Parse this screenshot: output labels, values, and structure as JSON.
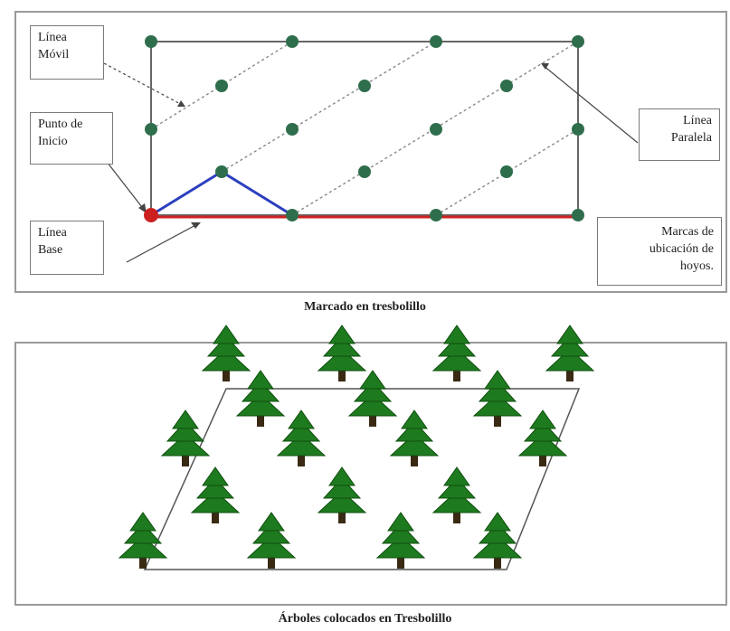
{
  "diagram_top": {
    "labels": {
      "moving_line": [
        "Línea",
        "Móvil"
      ],
      "start_point": [
        "Punto de",
        "Inicio"
      ],
      "base_line": [
        "Línea",
        "Base"
      ],
      "parallel_line": [
        "Línea",
        "Paralela"
      ],
      "legend": [
        "Marcas de",
        "ubicación de",
        "hoyos."
      ]
    },
    "caption": "Marcado en tresbolillo",
    "colors": {
      "marker": "#2f6e4c",
      "start_marker": "#cc2020",
      "base_line": "#cc2222",
      "triangle_lines": "#2b3fbf",
      "frame": "#666666",
      "dotted": "#888888"
    }
  },
  "diagram_bottom": {
    "caption": "Árboles colocados en Tresbolillo",
    "colors": {
      "tree": "#1e7a1e",
      "trunk": "#3a2a14"
    }
  }
}
